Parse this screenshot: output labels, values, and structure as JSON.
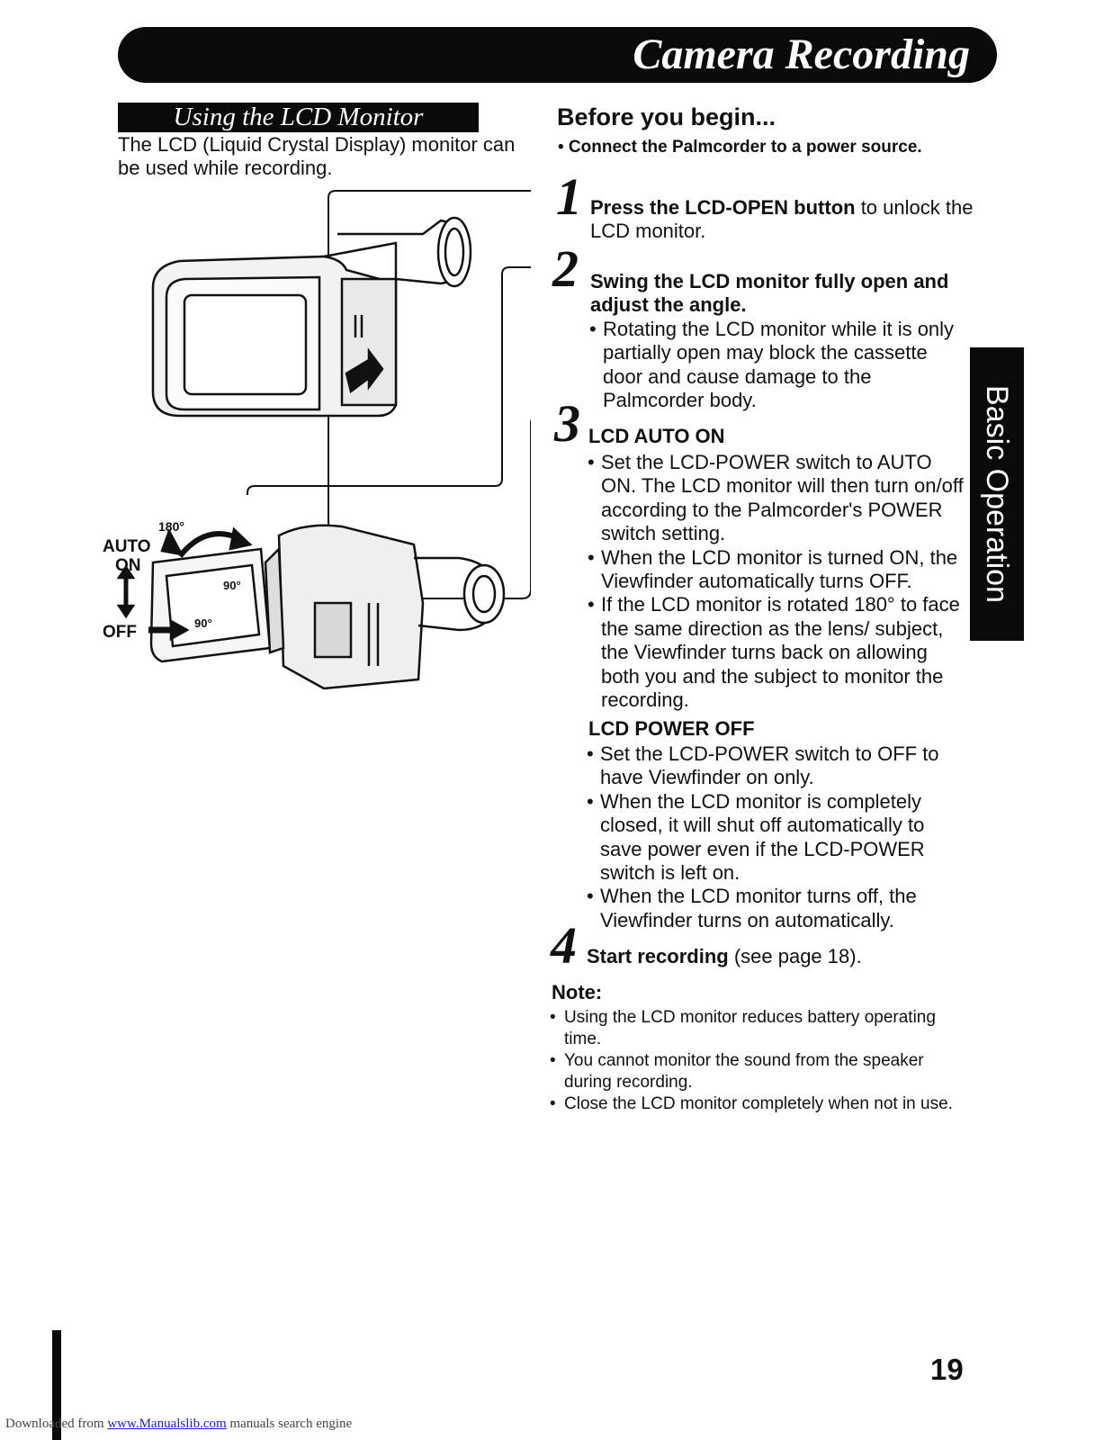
{
  "header": {
    "title": "Camera Recording"
  },
  "section": {
    "heading": "Using the LCD Monitor",
    "intro": "The LCD (Liquid Crystal Display) monitor can be used while recording."
  },
  "illustration": {
    "label_180": "180°",
    "label_auto_on_1": "AUTO",
    "label_auto_on_2": "ON",
    "label_off": "OFF",
    "label_90_top": "90°",
    "label_90_bottom": "90°"
  },
  "before": {
    "heading": "Before you begin...",
    "bullet": "• Connect the Palmcorder to a power source."
  },
  "steps": [
    {
      "number": "1",
      "bold": "Press the LCD-OPEN button",
      "text": " to unlock the LCD monitor."
    },
    {
      "number": "2",
      "bold": "Swing the LCD monitor fully open and adjust the angle.",
      "bullets": [
        "Rotating the LCD monitor while it is only partially open may block the cassette door and cause damage to the Palmcorder body."
      ]
    },
    {
      "number": "3",
      "heading": "LCD AUTO ON",
      "bullets": [
        "Set the LCD-POWER switch to AUTO ON. The LCD monitor will then turn on/off according to the Palmcorder's POWER switch setting.",
        "When the LCD monitor is turned ON, the Viewfinder automatically turns OFF.",
        "If the LCD monitor is rotated 180° to face the same direction as the lens/ subject, the Viewfinder turns back on allowing both you and the subject to monitor the recording."
      ],
      "heading2": "LCD POWER OFF",
      "bullets2": [
        "Set the LCD-POWER switch to OFF to have Viewfinder on only.",
        "When the LCD monitor is completely closed, it will shut off automatically to save power even if the LCD-POWER switch is left on.",
        "When the LCD monitor turns off, the Viewfinder turns on automatically."
      ]
    },
    {
      "number": "4",
      "bold": "Start recording",
      "text": " (see page 18)."
    }
  ],
  "note": {
    "title": "Note:",
    "items": [
      "Using the LCD monitor reduces battery operating time.",
      "You cannot monitor the sound from the speaker during recording.",
      "Close the LCD monitor completely when not in use."
    ]
  },
  "side_tab": {
    "label": "Basic Operation"
  },
  "page_number": "19",
  "footer": {
    "prefix": "Downloaded from ",
    "link": "www.Manualslib.com",
    "suffix": "  manuals search engine"
  }
}
